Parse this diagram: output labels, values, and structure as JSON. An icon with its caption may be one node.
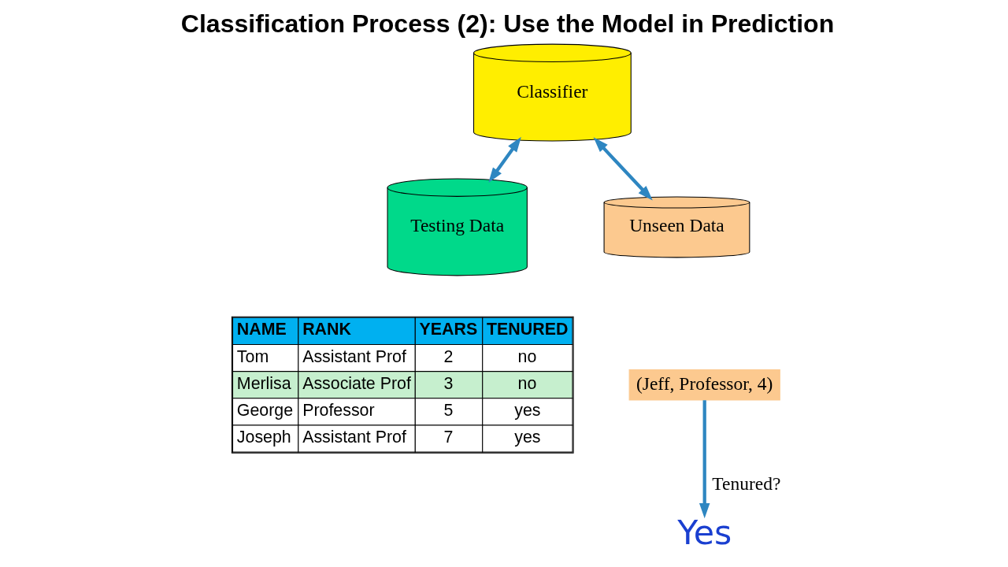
{
  "diagram": {
    "title": "Classification Process (2): Use the Model in Prediction",
    "nodes": [
      {
        "text": [
          "Classifier"
        ]
      },
      {
        "text": [
          "Testing Data"
        ]
      },
      {
        "text": [
          "Unseen Data"
        ]
      },
      {
        "text": [
          "(Jeff, Professor, 4)"
        ]
      },
      {
        "text": [
          "Yes"
        ]
      }
    ],
    "edges": [
      {
        "from": 0,
        "to": 1,
        "arrow": "both"
      },
      {
        "from": 0,
        "to": 2,
        "arrow": "both"
      },
      {
        "from": 3,
        "to": 4,
        "arrow": "to",
        "label": "Tenured?"
      }
    ],
    "labels": [
      "NAME",
      "RANK",
      "YEARS",
      "TENURED",
      "Tom",
      "Assistant Prof",
      "2",
      "no",
      "Merlisa",
      "Associate Prof",
      "3",
      "no",
      "George",
      "Professor",
      "5",
      "yes",
      "Joseph",
      "Assistant Prof",
      "7",
      "yes"
    ]
  }
}
